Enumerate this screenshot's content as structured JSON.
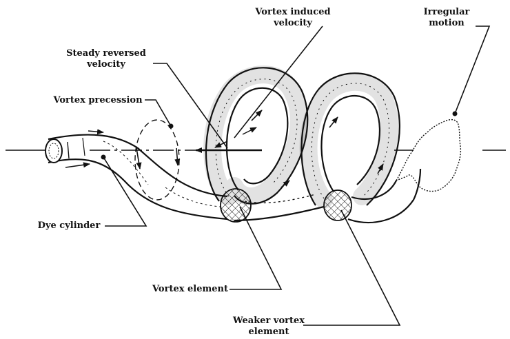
{
  "diagram": {
    "labels": {
      "vortex_induced_velocity": [
        "Vortex induced",
        "velocity"
      ],
      "irregular_motion": [
        "Irregular",
        "motion"
      ],
      "steady_reversed_velocity": [
        "Steady reversed",
        "velocity"
      ],
      "vortex_precession": "Vortex precession",
      "dye_cylinder": "Dye cylinder",
      "vortex_element": "Vortex element",
      "weaker_vortex_element": [
        "Weaker vortex",
        "element"
      ]
    },
    "colors": {
      "ink": "#111111",
      "background": "#ffffff"
    }
  }
}
